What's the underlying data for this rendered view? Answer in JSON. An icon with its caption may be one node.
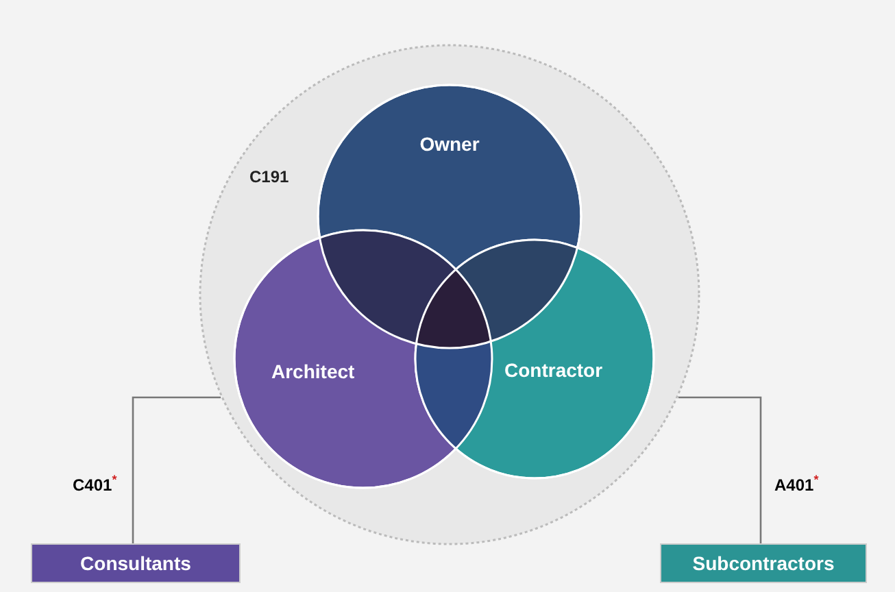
{
  "diagram": {
    "nodes": [
      {
        "text": [
          "C191"
        ]
      },
      {
        "text": [
          "Owner"
        ],
        "in": 0
      },
      {
        "text": [
          "Architect"
        ],
        "in": 0
      },
      {
        "text": [
          "Contractor"
        ],
        "in": 0
      },
      {
        "text": [
          "Consultants"
        ]
      },
      {
        "text": [
          "Subcontractors"
        ]
      }
    ],
    "edges": [
      {
        "from": 0,
        "to": 4,
        "arrow": "none",
        "label": "C401$^{*}$"
      },
      {
        "from": 0,
        "to": 5,
        "arrow": "none",
        "label": "A401$^{*}$"
      }
    ]
  }
}
